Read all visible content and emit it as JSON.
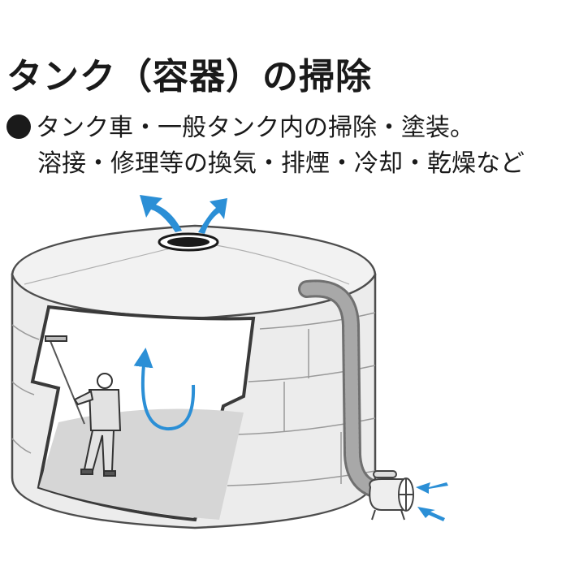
{
  "heading": {
    "title": "タンク（容器）の掃除"
  },
  "description": {
    "line1": "タンク車・一般タンク内の掃除・塗装。",
    "line2": "溶接・修理等の換気・排煙・冷却・乾燥など"
  },
  "colors": {
    "arrow": "#2b8fd6",
    "tank_wall": "#e9e9e9",
    "tank_outline": "#4d4d4d",
    "hose": "#8a8a8a",
    "floor": "#d6d6d6"
  },
  "icons": [
    "bullet-dot-icon",
    "exhaust-arrow-icon",
    "intake-arrow-icon",
    "circulation-arrow-icon",
    "fan-blower-icon",
    "worker-icon"
  ]
}
